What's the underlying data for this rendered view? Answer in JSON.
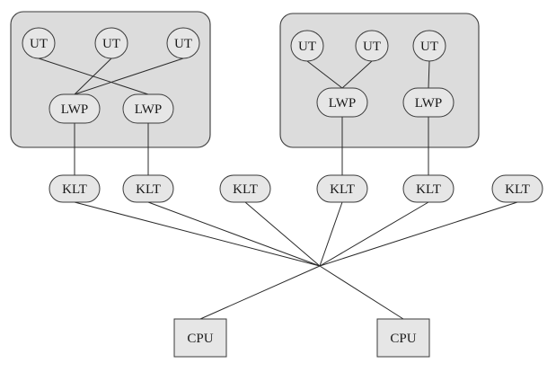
{
  "diagram": {
    "labels": {
      "user_thread": "UT",
      "lightweight_process": "LWP",
      "kernel_thread": "KLT",
      "processor": "CPU"
    },
    "groups": [
      {
        "id": "process-1",
        "user_threads": [
          "ut-1a",
          "ut-1b",
          "ut-1c"
        ],
        "lwps": [
          "lwp-1a",
          "lwp-1b"
        ]
      },
      {
        "id": "process-2",
        "user_threads": [
          "ut-2a",
          "ut-2b",
          "ut-2c"
        ],
        "lwps": [
          "lwp-2a",
          "lwp-2b"
        ]
      }
    ],
    "kernel_threads": [
      "klt-1",
      "klt-2",
      "klt-3",
      "klt-4",
      "klt-5",
      "klt-6"
    ],
    "cpus": [
      "cpu-1",
      "cpu-2"
    ],
    "connections": [
      [
        "ut-1a",
        "lwp-1b"
      ],
      [
        "ut-1b",
        "lwp-1a"
      ],
      [
        "ut-1c",
        "lwp-1a"
      ],
      [
        "ut-2a",
        "lwp-2a"
      ],
      [
        "ut-2b",
        "lwp-2a"
      ],
      [
        "ut-2c",
        "lwp-2b"
      ],
      [
        "lwp-1a",
        "klt-1"
      ],
      [
        "lwp-1b",
        "klt-2"
      ],
      [
        "lwp-2a",
        "klt-4"
      ],
      [
        "lwp-2b",
        "klt-5"
      ],
      [
        "klt-1",
        "scheduler"
      ],
      [
        "klt-2",
        "scheduler"
      ],
      [
        "klt-3",
        "scheduler"
      ],
      [
        "klt-4",
        "scheduler"
      ],
      [
        "klt-5",
        "scheduler"
      ],
      [
        "klt-6",
        "scheduler"
      ],
      [
        "scheduler",
        "cpu-1"
      ],
      [
        "scheduler",
        "cpu-2"
      ]
    ]
  }
}
